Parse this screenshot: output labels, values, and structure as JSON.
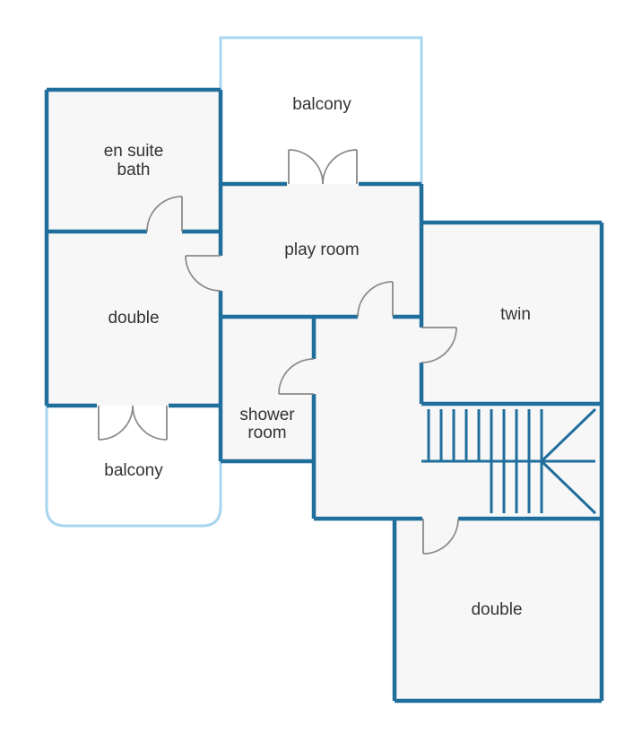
{
  "floorplan": {
    "colors": {
      "wall": "#1f6e9c",
      "balcony_outline": "#a9d6ef",
      "room_fill": "#f7f7f7",
      "door": "#8a8a8a",
      "text": "#333333"
    },
    "rooms": {
      "balcony_top": "balcony",
      "en_suite_line1": "en suite",
      "en_suite_line2": "bath",
      "play_room": "play room",
      "double_left": "double",
      "twin": "twin",
      "shower_line1": "shower",
      "shower_line2": "room",
      "balcony_bottom": "balcony",
      "double_bottom": "double"
    }
  }
}
